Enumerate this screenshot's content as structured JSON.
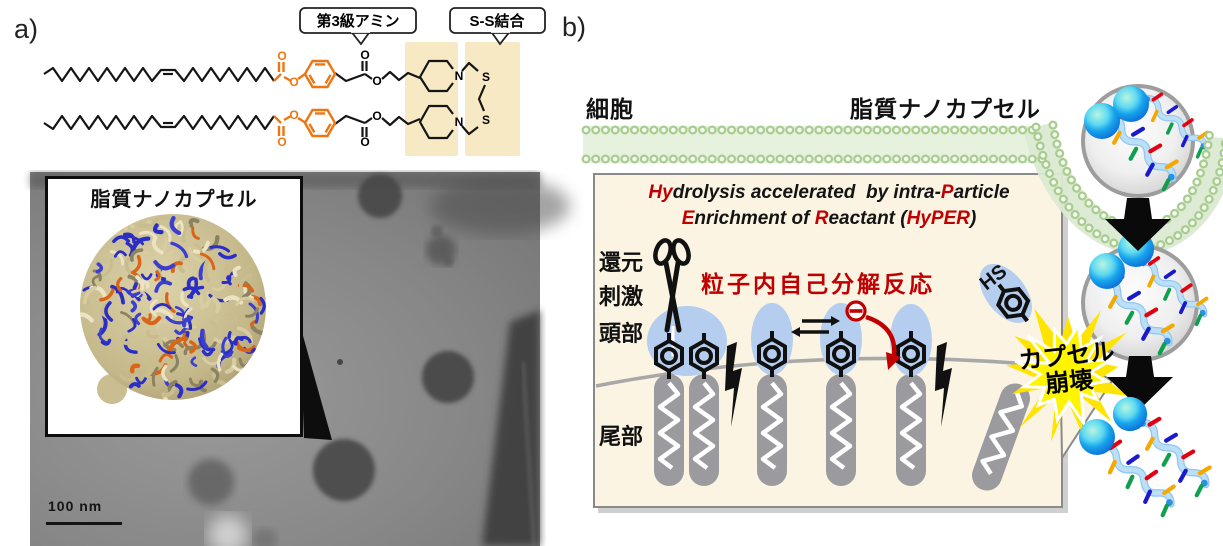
{
  "panel_a": {
    "label": "a)",
    "callout_tertiary_amine": "第3級アミン",
    "callout_ss_bond": "S-S結合",
    "atoms": {
      "o": "O",
      "n": "N",
      "s": "S"
    },
    "tem": {
      "inset_title": "脂質ナノカプセル",
      "scale_bar_label": "100 nm"
    }
  },
  "panel_b": {
    "label": "b)",
    "cell_label": "細胞",
    "nanocapsule_label": "脂質ナノカプセル",
    "hyper_title": {
      "l1": [
        "Hy",
        "drolysis accelerated  by intra-",
        "P",
        "article"
      ],
      "l2": [
        "E",
        "nrichment of ",
        "R",
        "eactant (",
        "HyPER",
        ")"
      ]
    },
    "reduction_stimulus_line1": "還元",
    "reduction_stimulus_line2": "刺激",
    "head_label": "頭部",
    "tail_label": "尾部",
    "self_degradation_label": "粒子内自己分解反応",
    "thiol_label": "HS",
    "burst_line1": "カプセル",
    "burst_line2": "崩壊"
  },
  "colors": {
    "accent_orange": "#ee7612",
    "highlight_beige": "#f7e9c4",
    "box_beige": "#fbf4e2",
    "head_blue": "#b5cdee",
    "tail_gray": "#9b9b9f",
    "membrane_green": "#a9cd90",
    "burst_yellow": "#ffec00",
    "red_accent": "#c00000"
  }
}
